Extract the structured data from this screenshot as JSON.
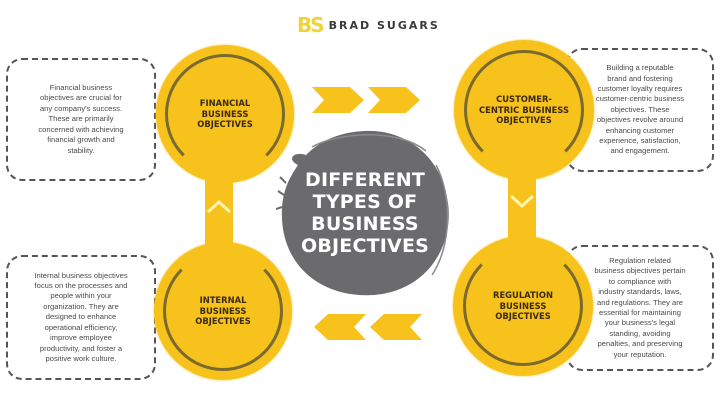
{
  "brand": {
    "mark": "BS",
    "name": "BRAD SUGARS"
  },
  "center": {
    "title_lines": [
      "DIFFERENT",
      "TYPES OF",
      "BUSINESS",
      "OBJECTIVES"
    ]
  },
  "nodes": {
    "financial": {
      "label_lines": [
        "FINANCIAL",
        "BUSINESS",
        "OBJECTIVES"
      ],
      "description_lines": [
        "Financial business",
        "objectives are crucial for",
        "any company's success.",
        "These are primarily",
        "concerned with achieving",
        "financial growth and",
        "stability."
      ]
    },
    "internal": {
      "label_lines": [
        "INTERNAL",
        "BUSINESS",
        "OBJECTIVES"
      ],
      "description_lines": [
        "Internal business objectives",
        "focus on the processes and",
        "people within your",
        "organization. They are",
        "designed to enhance",
        "operational efficiency,",
        "improve employee",
        "productivity, and foster a",
        "positive work culture."
      ]
    },
    "customer": {
      "label_lines": [
        "CUSTOMER-",
        "CENTRIC BUSINESS",
        "OBJECTIVES"
      ],
      "description_lines": [
        "Building a reputable",
        "brand and fostering",
        "customer loyalty requires",
        "customer-centric business",
        "objectives. These",
        "objectives revolve around",
        "enhancing customer",
        "experience, satisfaction,",
        "and engagement."
      ]
    },
    "regulation": {
      "label_lines": [
        "REGULATION",
        "BUSINESS",
        "OBJECTIVES"
      ],
      "description_lines": [
        "Regulation related",
        "business objectives pertain",
        "to compliance with",
        "industry standards, laws,",
        "and regulations. They are",
        "essential for maintaining",
        "your business's legal",
        "standing, avoiding",
        "penalties, and preserving",
        "your reputation."
      ]
    }
  },
  "colors": {
    "accent_yellow": "#f7c21b",
    "ring_brown": "#7a6a2e",
    "label_dark": "#3b2a12",
    "center_gray": "#6b6b6d",
    "logo_yellow": "#f2d23a",
    "text_gray": "#4a4a4a"
  },
  "icons": {
    "top_arrows": "double-chevron-right",
    "bottom_arrows": "double-chevron-left",
    "left_connector": "chevron-up",
    "right_connector": "chevron-down"
  }
}
